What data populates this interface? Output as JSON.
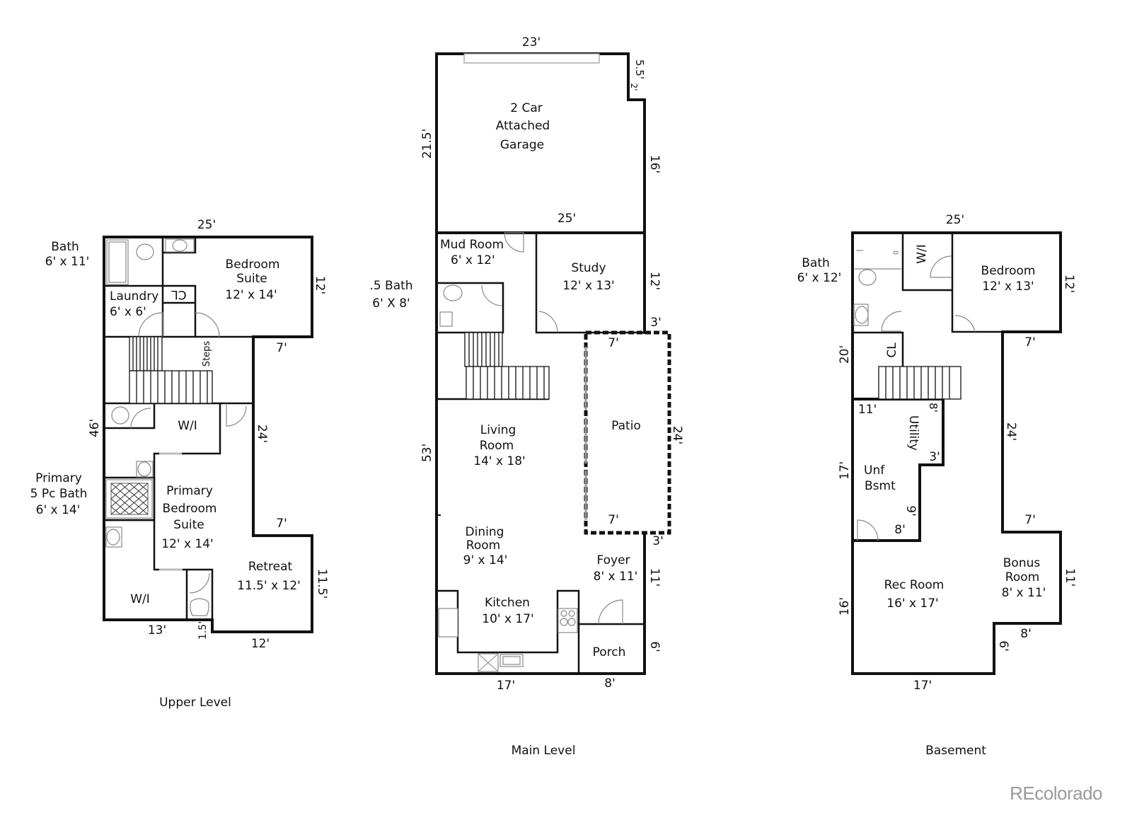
{
  "watermark": "REcolorado",
  "levels": {
    "upper": {
      "caption": "Upper Level",
      "rooms": {
        "bath": {
          "name": "Bath",
          "size": "6' x 11'"
        },
        "laundry": {
          "name": "Laundry",
          "size": "6' x 6'"
        },
        "closet": {
          "name": "CL"
        },
        "bedroom_suite": {
          "name_line1": "Bedroom",
          "name_line2": "Suite",
          "size": "12' x 14'"
        },
        "steps": {
          "name": "Steps"
        },
        "wi_top": {
          "name": "W/I"
        },
        "primary_bath": {
          "name_line1": "Primary",
          "name_line2": "5 Pc  Bath",
          "size": "6' x 14'"
        },
        "primary_bedroom": {
          "name_line1": "Primary",
          "name_line2": "Bedroom",
          "name_line3": "Suite",
          "size": "12' x 14'"
        },
        "retreat": {
          "name": "Retreat",
          "size": "11.5' x 12'"
        },
        "wi_bottom": {
          "name": "W/I"
        }
      },
      "dimensions": {
        "top": "25'",
        "right_top": "12'",
        "step_top": "7'",
        "right_mid": "24'",
        "step_bottom": "7'",
        "right_bottom": "11.5'",
        "left": "46'",
        "bottom_left": "13'",
        "bottom_jog": "1.5'",
        "bottom_right": "12'"
      }
    },
    "main": {
      "caption": "Main Level",
      "rooms": {
        "garage": {
          "name_line1": "2 Car",
          "name_line2": "Attached",
          "name_line3": "Garage"
        },
        "mud_room": {
          "name": "Mud Room",
          "size": "6' x 12'"
        },
        "half_bath": {
          "name": ".5 Bath",
          "size": "6' X 8'"
        },
        "study": {
          "name": "Study",
          "size": "12' x 13'"
        },
        "patio": {
          "name": "Patio"
        },
        "living_room": {
          "name_line1": "Living",
          "name_line2": "Room",
          "size": "14' x 18'"
        },
        "dining_room": {
          "name_line1": "Dining",
          "name_line2": "Room",
          "size": "9' x 14'"
        },
        "foyer": {
          "name": "Foyer",
          "size": "8' x 11'"
        },
        "kitchen": {
          "name": "Kitchen",
          "size": "10' x 17'"
        },
        "porch": {
          "name": "Porch"
        }
      },
      "dimensions": {
        "garage_top": "23'",
        "garage_jog": "5.5'",
        "garage_jog2": "2'",
        "garage_left": "21.5'",
        "garage_right": "16'",
        "garage_bottom": "25'",
        "study_right": "12'",
        "patio_top_offset": "3'",
        "patio_top": "7'",
        "patio_right": "24'",
        "patio_bottom": "7'",
        "patio_bottom_offset": "3'",
        "left": "53'",
        "foyer_right": "11'",
        "porch_right": "6'",
        "bottom_left": "17'",
        "bottom_right": "8'"
      }
    },
    "basement": {
      "caption": "Basement",
      "rooms": {
        "bath": {
          "name": "Bath",
          "size": "6' x 12'"
        },
        "wi": {
          "name": "W/I"
        },
        "bedroom": {
          "name": "Bedroom",
          "size": "12' x 13'"
        },
        "closet": {
          "name": "CL"
        },
        "utility": {
          "name": "Utility"
        },
        "unf_bsmt": {
          "name_line1": "Unf",
          "name_line2": "Bsmt"
        },
        "rec_room": {
          "name": "Rec Room",
          "size": "16' x 17'"
        },
        "bonus_room": {
          "name_line1": "Bonus",
          "name_line2": "Room",
          "size": "8' x 11'"
        }
      },
      "dimensions": {
        "top": "25'",
        "right_top": "12'",
        "step_top": "7'",
        "right_mid": "24'",
        "step_bottom": "7'",
        "right_bottom": "11'",
        "jog_horizontal": "8'",
        "jog_vertical": "6'",
        "bottom": "17'",
        "left_top": "20'",
        "left_mid": "17'",
        "left_bottom": "16'",
        "unf_top": "11'",
        "unf_right_top": "8'",
        "unf_jog": "3'",
        "unf_right_bottom": "9'",
        "unf_bottom": "8'"
      }
    }
  }
}
